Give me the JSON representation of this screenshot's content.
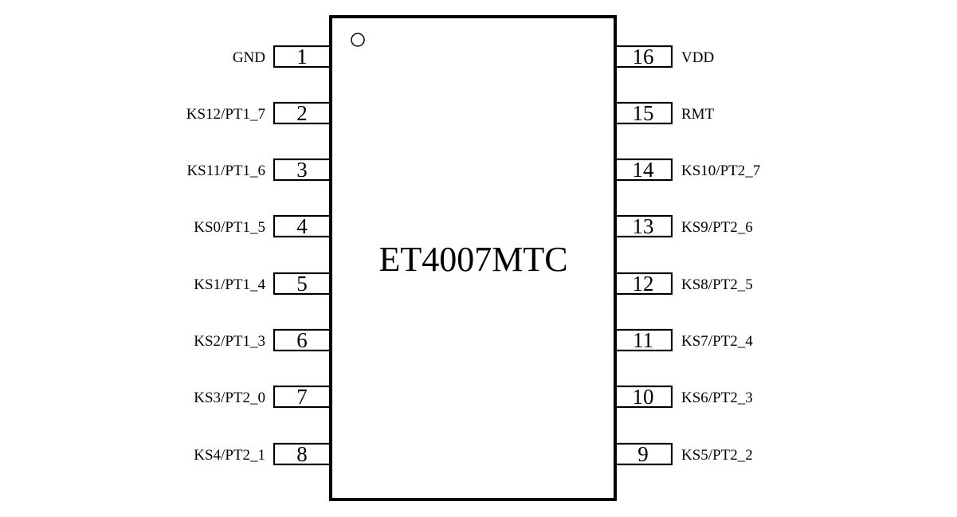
{
  "chip": {
    "name": "ET4007MTC"
  },
  "pins": {
    "left": [
      {
        "number": "1",
        "label": "GND"
      },
      {
        "number": "2",
        "label": "KS12/PT1_7"
      },
      {
        "number": "3",
        "label": "KS11/PT1_6"
      },
      {
        "number": "4",
        "label": "KS0/PT1_5"
      },
      {
        "number": "5",
        "label": "KS1/PT1_4"
      },
      {
        "number": "6",
        "label": "KS2/PT1_3"
      },
      {
        "number": "7",
        "label": "KS3/PT2_0"
      },
      {
        "number": "8",
        "label": "KS4/PT2_1"
      }
    ],
    "right": [
      {
        "number": "16",
        "label": "VDD"
      },
      {
        "number": "15",
        "label": "RMT"
      },
      {
        "number": "14",
        "label": "KS10/PT2_7"
      },
      {
        "number": "13",
        "label": "KS9/PT2_6"
      },
      {
        "number": "12",
        "label": "KS8/PT2_5"
      },
      {
        "number": "11",
        "label": "KS7/PT2_4"
      },
      {
        "number": "10",
        "label": "KS6/PT2_3"
      },
      {
        "number": "9",
        "label": "KS5/PT2_2"
      }
    ]
  },
  "icons": {
    "pin1_marker": "orientation-dot-icon"
  }
}
